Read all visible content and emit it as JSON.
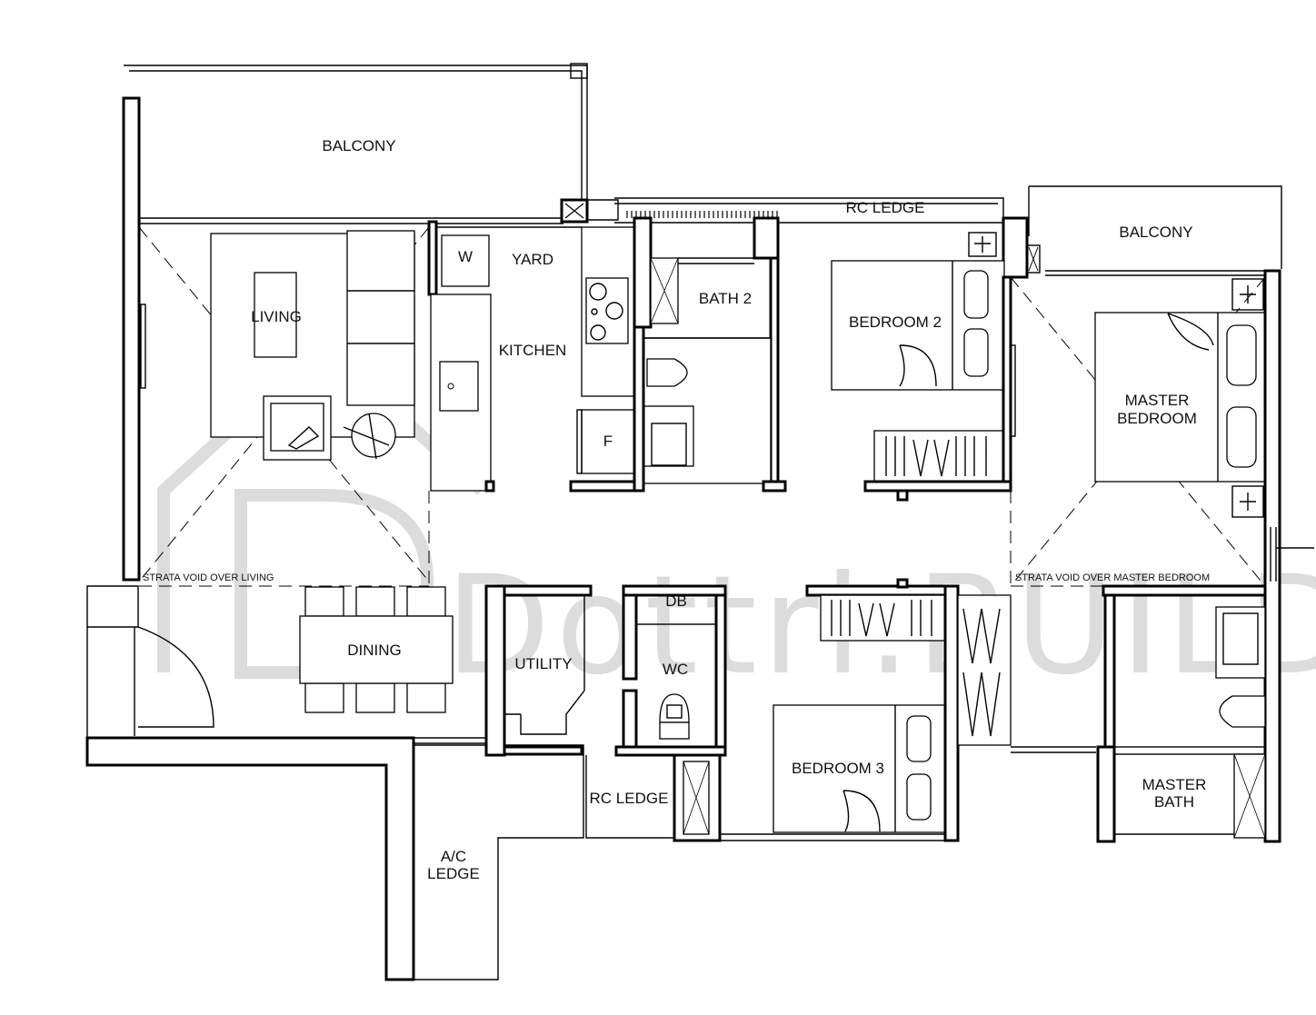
{
  "rooms": {
    "balcony_main": "BALCONY",
    "balcony_master": "BALCONY",
    "rc_ledge_top": "RC LEDGE",
    "rc_ledge_bottom": "RC LEDGE",
    "living": "LIVING",
    "yard": "YARD",
    "washer": "W",
    "kitchen": "KITCHEN",
    "fridge": "F",
    "bath2": "BATH 2",
    "bedroom2": "BEDROOM 2",
    "master_bedroom_line1": "MASTER",
    "master_bedroom_line2": "BEDROOM",
    "dining": "DINING",
    "utility": "UTILITY",
    "db": "DB",
    "wc": "WC",
    "bedroom3": "BEDROOM 3",
    "master_bath_line1": "MASTER",
    "master_bath_line2": "BATH",
    "ac_ledge_line1": "A/C",
    "ac_ledge_line2": "LEDGE"
  },
  "notes": {
    "void_living": "STRATA VOID OVER LIVING",
    "void_master": "STRATA VOID OVER MASTER BEDROOM"
  },
  "watermark": "Dottri.BUILD"
}
